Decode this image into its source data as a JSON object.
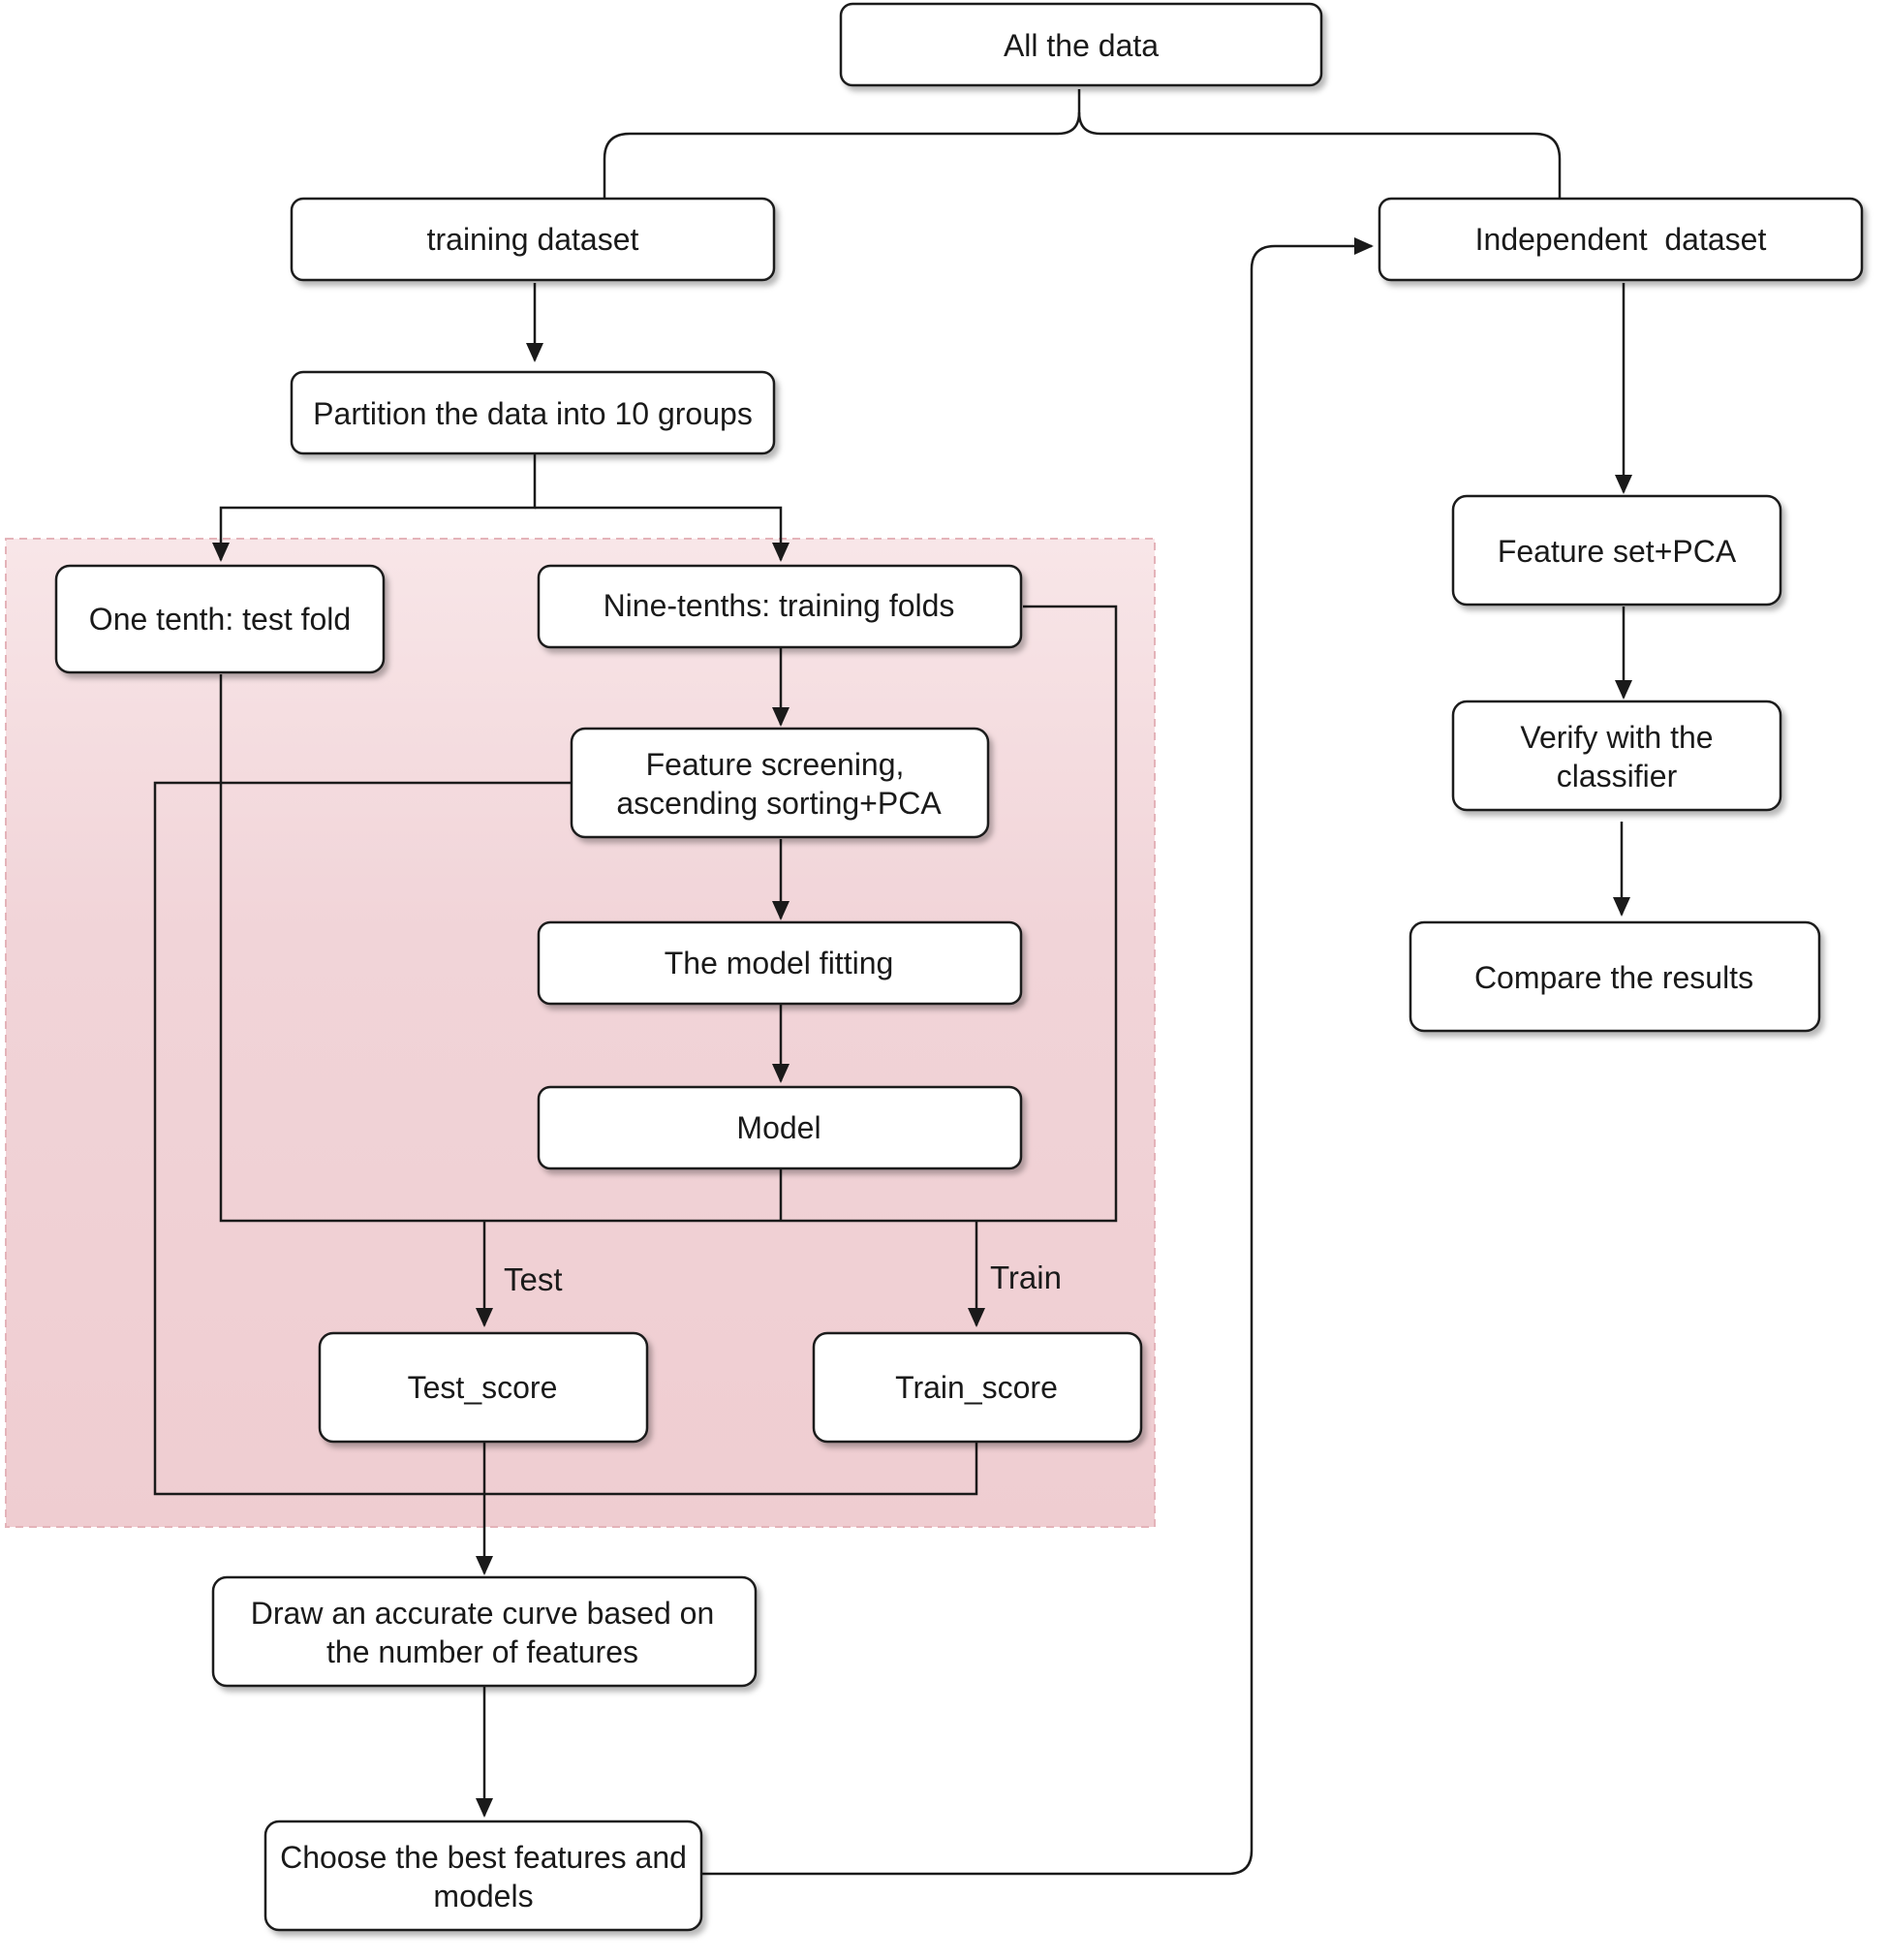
{
  "nodes": {
    "all_data": "All the data",
    "training_dataset": "training dataset",
    "independent_dataset": "Independent  dataset",
    "partition": "Partition the data into 10 groups",
    "test_fold": "One tenth: test fold",
    "training_folds": "Nine-tenths: training folds",
    "feature_screening_line1": "Feature screening,",
    "feature_screening_line2": "ascending sorting+PCA",
    "model_fitting": "The model fitting",
    "model": "Model",
    "test_score": "Test_score",
    "train_score": "Train_score",
    "draw_curve_line1": "Draw an accurate curve based on",
    "draw_curve_line2": "the number of features",
    "choose_best_line1": "Choose the best features and",
    "choose_best_line2": "models",
    "feature_set_pca": "Feature set+PCA",
    "verify_line1": "Verify with the",
    "verify_line2": "classifier",
    "compare_results": "Compare the results"
  },
  "edge_labels": {
    "test": "Test",
    "train": "Train"
  },
  "colors": {
    "region_fill": "#f1cfd3",
    "region_border": "#e2a9b0",
    "box_fill": "#ffffff",
    "box_stroke": "#1a1a1a",
    "line": "#1a1a1a"
  }
}
